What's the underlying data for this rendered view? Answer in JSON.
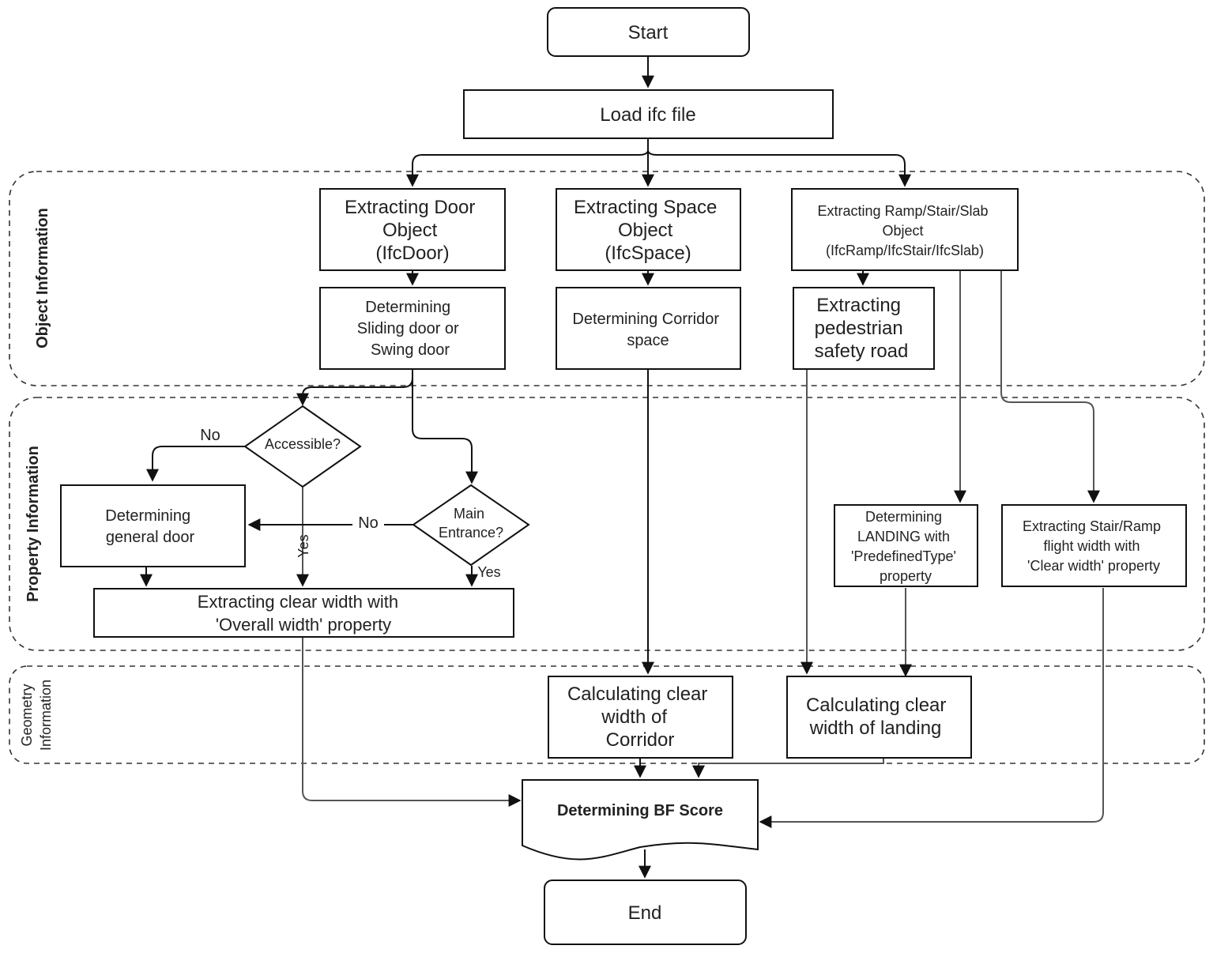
{
  "zones": {
    "object": "Object Information",
    "property": "Property Information",
    "geometry_line1": "Geometry",
    "geometry_line2": "Information"
  },
  "nodes": {
    "start": "Start",
    "load": "Load ifc file",
    "door_obj": [
      "Extracting  Door",
      "Object",
      "(IfcDoor)"
    ],
    "space_obj": [
      "Extracting  Space",
      "Object",
      "(IfcSpace)"
    ],
    "ramp_obj": [
      "Extracting   Ramp/Stair/Slab",
      "Object",
      "(IfcRamp/IfcStair/IfcSlab)"
    ],
    "door_type": [
      "Determining",
      "Sliding door or",
      "Swing door"
    ],
    "corridor": [
      "Determining Corridor",
      "space"
    ],
    "pedestrian": [
      "Extracting",
      "pedestrian",
      "safety road"
    ],
    "accessible": "Accessible?",
    "main_entrance": [
      "Main",
      "Entrance?"
    ],
    "general_door": [
      "Determining",
      "general door"
    ],
    "landing": [
      "Determining",
      "LANDING with",
      "'PredefinedType'",
      "property"
    ],
    "flight": [
      "Extracting Stair/Ramp",
      "flight width with",
      "'Clear width' property"
    ],
    "clear_width": [
      "Extracting clear width with",
      "'Overall width' property"
    ],
    "calc_corridor": [
      "Calculating clear",
      "width of",
      "Corridor"
    ],
    "calc_landing": [
      "Calculating clear",
      "width of landing"
    ],
    "bf_score": "Determining  BF  Score",
    "end": "End"
  },
  "edge_labels": {
    "acc_no": "No",
    "acc_yes": "Yes",
    "main_no": "No",
    "main_yes": "Yes"
  }
}
